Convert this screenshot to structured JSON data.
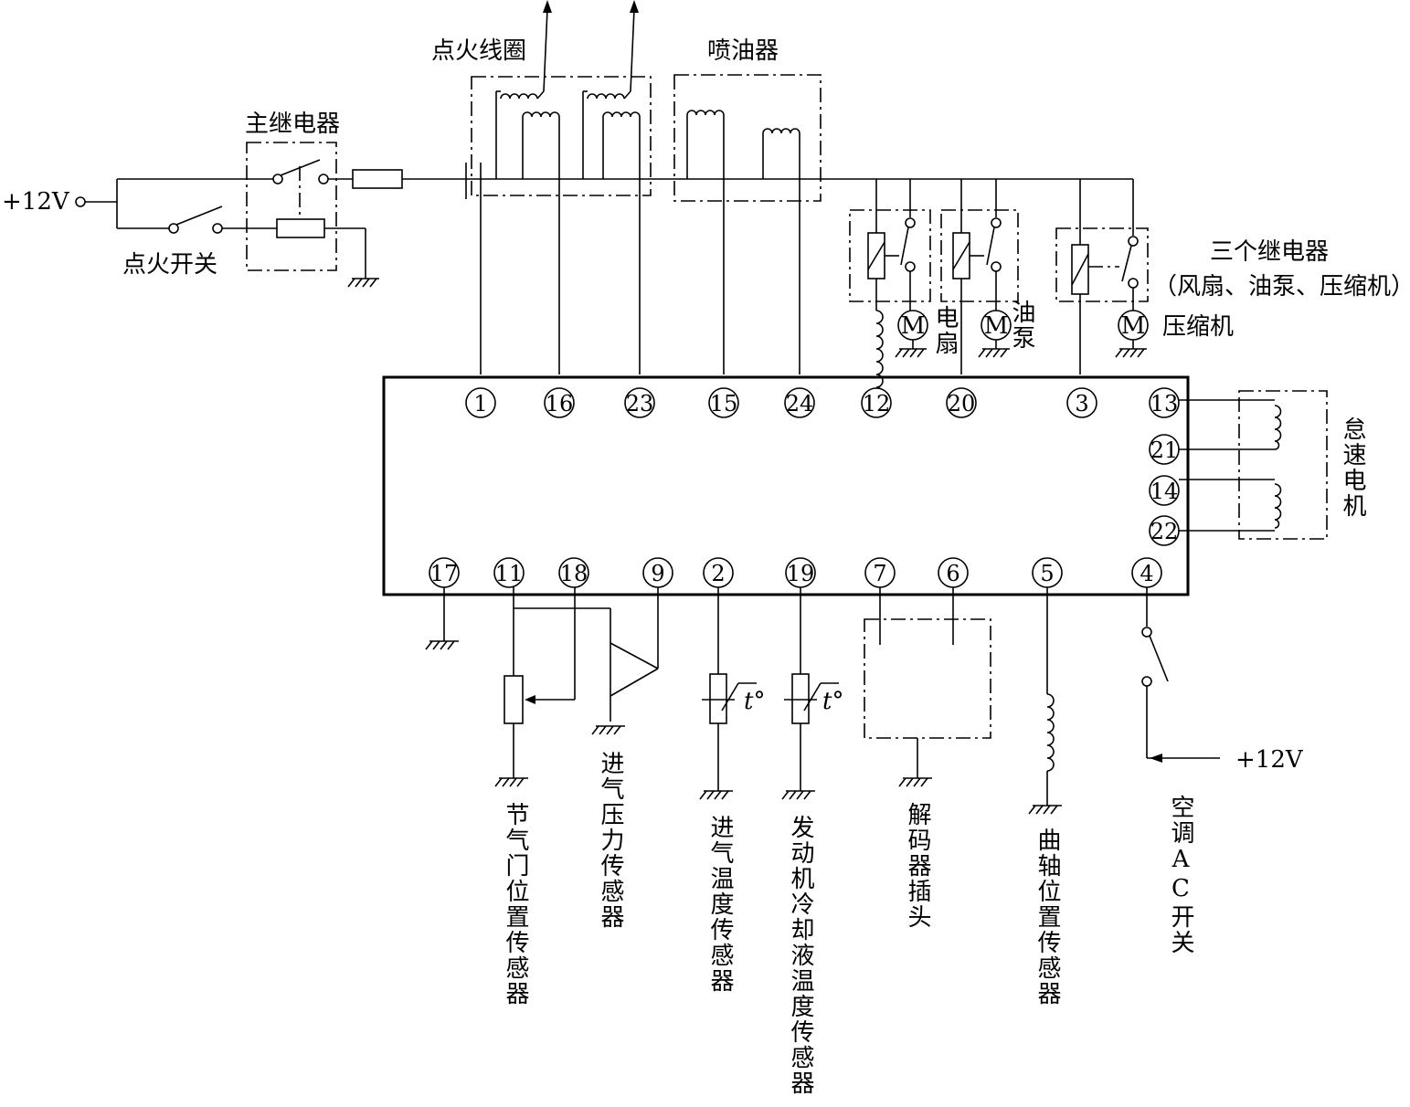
{
  "ecu": {
    "top_pins": [
      "1",
      "16",
      "23",
      "15",
      "24",
      "12",
      "20",
      "3"
    ],
    "right_pins": [
      "13",
      "21",
      "14",
      "22"
    ],
    "bottom_pins": [
      "17",
      "11",
      "18",
      "9",
      "2",
      "19",
      "7",
      "6",
      "5",
      "4"
    ]
  },
  "labels": {
    "supply_left": "+12V",
    "ignition_switch": "点火开关",
    "main_relay": "主继电器",
    "ignition_coil": "点火线圈",
    "injector": "喷油器",
    "three_relays": "三个继电器",
    "three_relays_note": "（风扇、油泵、压缩机）",
    "fan": "电扇",
    "fuel_pump": "油泵",
    "compressor": "压缩机",
    "motor_symbol": "M",
    "idle_motor": "怠速电机",
    "throttle_sensor": "节气门位置传感器",
    "map_sensor": "进气压力传感器",
    "iat_sensor": "进气温度传感器",
    "ect_sensor": "发动机冷却液温度传感器",
    "decoder_plug": "解码器插头",
    "crank_sensor": "曲轴位置传感器",
    "ac_switch": "空调AC开关",
    "supply_right": "+12V",
    "temp_symbol": "t°"
  }
}
